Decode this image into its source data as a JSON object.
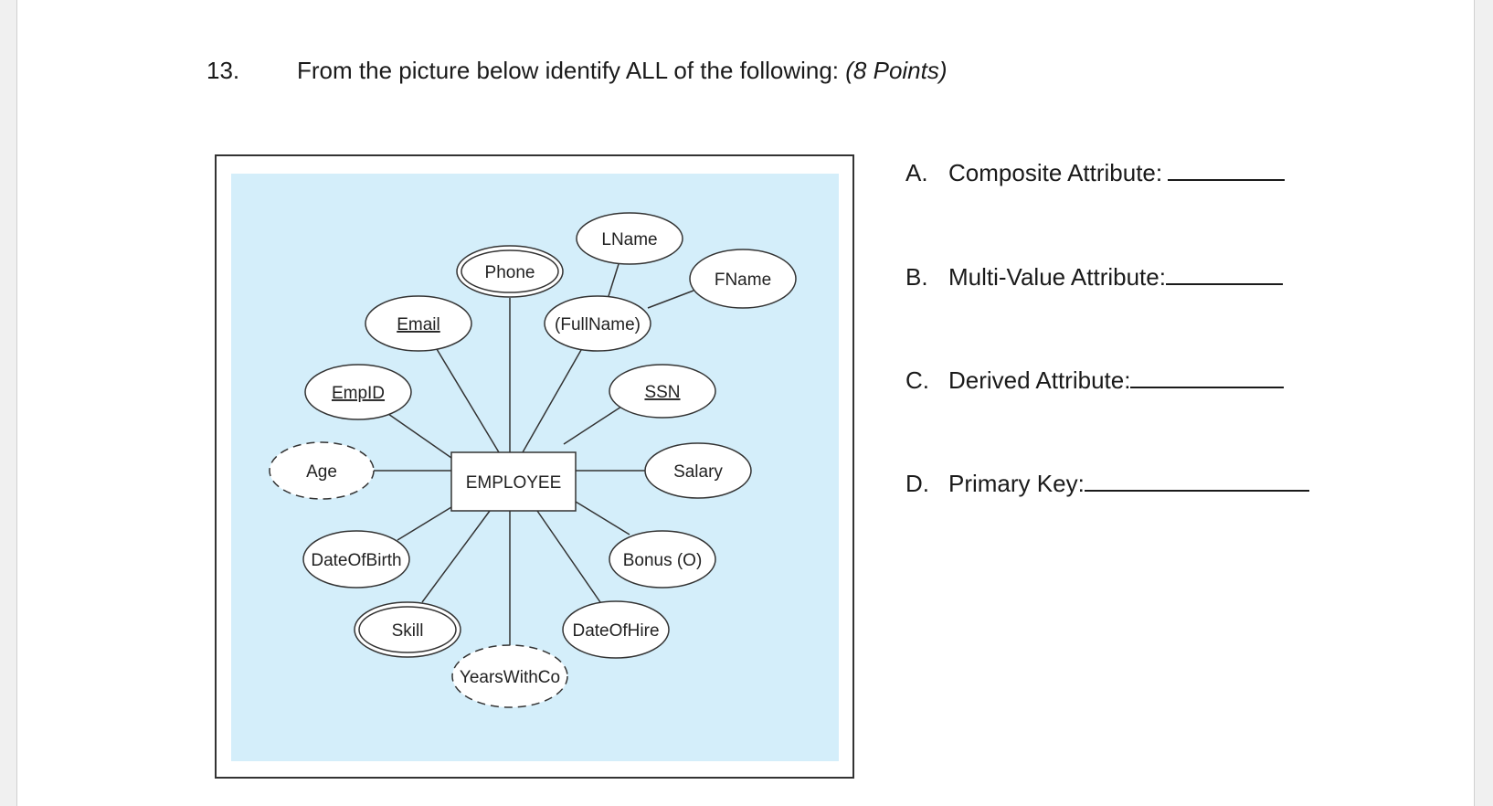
{
  "question": {
    "number": "13.",
    "text": "From the picture below identify ALL of the following:",
    "points": "(8 Points)"
  },
  "diagram": {
    "entity": "EMPLOYEE",
    "attributes": [
      {
        "id": "lname",
        "label": "LName",
        "kind": "simple",
        "underline": false
      },
      {
        "id": "fname",
        "label": "FName",
        "kind": "simple",
        "underline": false
      },
      {
        "id": "phone",
        "label": "Phone",
        "kind": "multivalued",
        "underline": false
      },
      {
        "id": "fullname",
        "label": "(FullName)",
        "kind": "composite",
        "underline": false
      },
      {
        "id": "email",
        "label": "Email",
        "kind": "simple",
        "underline": true
      },
      {
        "id": "empid",
        "label": "EmpID",
        "kind": "simple",
        "underline": true
      },
      {
        "id": "ssn",
        "label": "SSN",
        "kind": "simple",
        "underline": true
      },
      {
        "id": "age",
        "label": "Age",
        "kind": "derived",
        "underline": false
      },
      {
        "id": "salary",
        "label": "Salary",
        "kind": "simple",
        "underline": false
      },
      {
        "id": "dateofbirth",
        "label": "DateOfBirth",
        "kind": "simple",
        "underline": false
      },
      {
        "id": "bonus",
        "label": "Bonus (O)",
        "kind": "simple",
        "underline": false
      },
      {
        "id": "skill",
        "label": "Skill",
        "kind": "multivalued",
        "underline": false
      },
      {
        "id": "dateofhire",
        "label": "DateOfHire",
        "kind": "simple",
        "underline": false
      },
      {
        "id": "yearswithco",
        "label": "YearsWithCo",
        "kind": "derived",
        "underline": false
      }
    ],
    "colors": {
      "background": "#d4eefa",
      "stroke": "#333333"
    }
  },
  "answers": [
    {
      "letter": "A.",
      "label": "Composite Attribute: "
    },
    {
      "letter": "B.",
      "label": "Multi-Value Attribute:"
    },
    {
      "letter": "C.",
      "label": "Derived Attribute:"
    },
    {
      "letter": "D.",
      "label": "Primary Key:"
    }
  ]
}
